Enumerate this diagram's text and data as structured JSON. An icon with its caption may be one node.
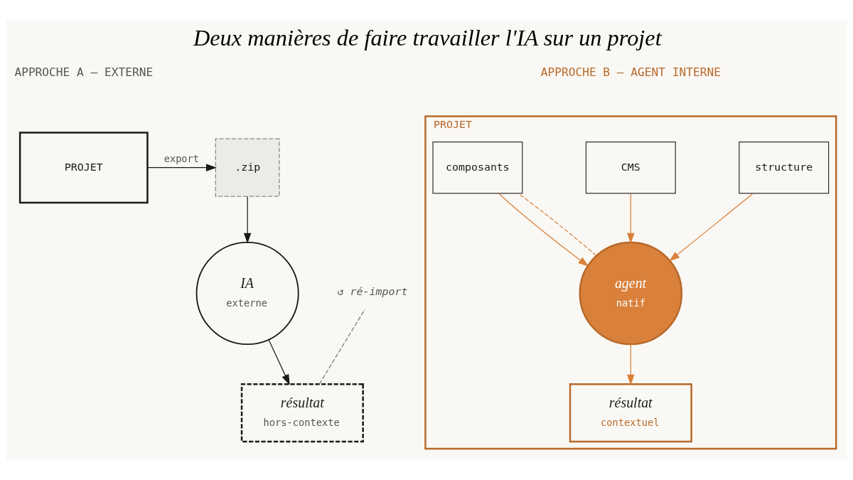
{
  "diagram": {
    "title": "Deux manières de faire travailler l'IA sur un projet",
    "nodes": [
      {
        "text": [
          "PROJET"
        ]
      },
      {
        "text": [
          ".zip"
        ]
      },
      {
        "text": [
          "IA",
          "externe"
        ]
      },
      {
        "text": [
          "résultat",
          "hors-contexte"
        ]
      },
      {
        "text": [
          "PROJET"
        ]
      },
      {
        "text": [
          "composants"
        ],
        "in": 4
      },
      {
        "text": [
          "CMS"
        ],
        "in": 4
      },
      {
        "text": [
          "structure"
        ],
        "in": 4
      },
      {
        "text": [
          "agent",
          "natif"
        ],
        "in": 4
      },
      {
        "text": [
          "résultat",
          "contextuel"
        ],
        "in": 4
      },
      {
        "text": [
          "↺ ré-import"
        ]
      }
    ],
    "edges": [
      {
        "from": 0,
        "to": 1,
        "arrow": "to",
        "label": "export",
        "color": "#1a1a1a"
      },
      {
        "from": 1,
        "to": 2,
        "arrow": "to",
        "color": "#1a1a1a"
      },
      {
        "from": 2,
        "to": 3,
        "arrow": "to",
        "color": "#1a1a1a"
      },
      {
        "from": 3,
        "to": 10,
        "arrow": "none",
        "style": "dashed",
        "color": "#777777"
      },
      {
        "from": 5,
        "to": 8,
        "arrow": "to",
        "color": "#d9803a"
      },
      {
        "from": 6,
        "to": 8,
        "arrow": "to",
        "color": "#d9803a"
      },
      {
        "from": 7,
        "to": 8,
        "arrow": "to",
        "color": "#d9803a"
      },
      {
        "from": 8,
        "to": 5,
        "arrow": "none",
        "style": "dashed",
        "color": "#d9803a"
      },
      {
        "from": 8,
        "to": 9,
        "arrow": "to",
        "color": "#d9803a"
      }
    ],
    "labels": [
      "APPROCHE A — EXTERNE",
      "APPROCHE B — AGENT INTERNE"
    ]
  }
}
